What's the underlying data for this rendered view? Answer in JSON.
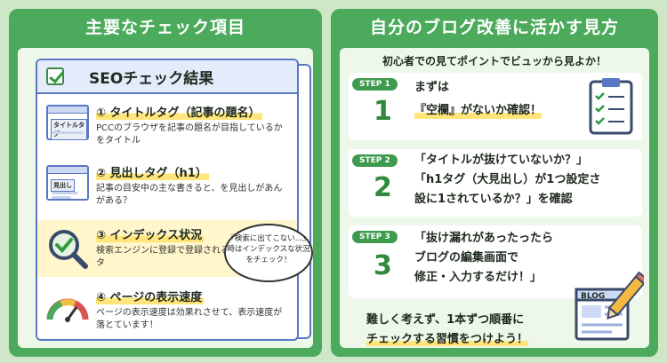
{
  "left": {
    "title": "主要なチェック項目",
    "card_title": "SEOチェック結果",
    "items": [
      {
        "title": "① タイトルタグ（記事の題名）",
        "desc": "PCCのブラウザを記事の題名が目指しているかをタイトル",
        "icon_label": "タイトルタグ"
      },
      {
        "title": "② 見出しタグ（h1）",
        "desc": "記事の目安中の主な書きると、を見出しがあんがある？",
        "icon_label": "見出し"
      },
      {
        "title": "③ インデックス状況",
        "desc": "検索エンジンに登録で登録されることがあっかタ"
      },
      {
        "title": "④ ページの表示速度",
        "desc": "ページの表示速度は効果れさせて、表示速度が落とています！"
      }
    ],
    "bubble": "『検索に出てこない…』時はインデックスな状況をチェック！"
  },
  "right": {
    "title": "自分のブログ改善に活かす見方",
    "subtitle": "初心者での見てポイントでビュッから見よか！",
    "steps": [
      {
        "badge": "STEP 1",
        "num": "1",
        "line1": "まずは",
        "line2": "『空欄』がないか確認！"
      },
      {
        "badge": "STEP 2",
        "num": "2",
        "line1": "「タイトルが抜けていないか？」",
        "line2": "「h1タグ（大見出し）が1つ設定さ",
        "line3": "設に1されているか？」を確認"
      },
      {
        "badge": "STEP 3",
        "num": "3",
        "line1": "「抜け漏れがあったったら",
        "line2": "ブログの編集画面で",
        "line3": "修正・入力するだけ！」"
      }
    ],
    "blog_label": "BLOG",
    "bottom1": "難しく考えず、1本ずつ順番に",
    "bottom2": "チェックする習慣をつけよう！"
  },
  "colors": {
    "green": "#4caa5c",
    "accent_blue": "#5a77c4",
    "highlight": "#ffe57a"
  }
}
